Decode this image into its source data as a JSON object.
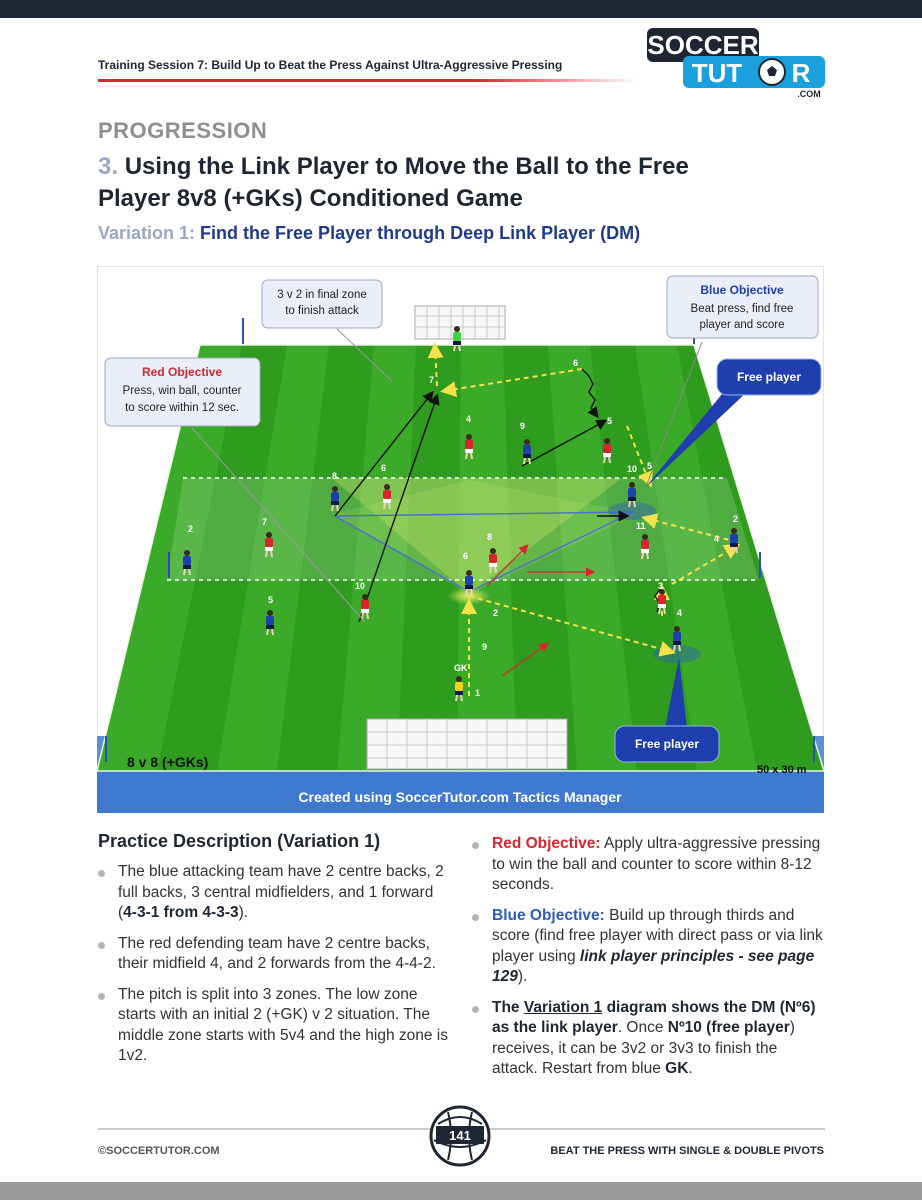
{
  "header": {
    "text": "Training Session 7: Build Up to Beat the Press Against Ultra-Aggressive Pressing"
  },
  "logo": {
    "line1": "SOCCER",
    "line2": "TUT",
    "line2b": "R",
    "suffix": ".COM"
  },
  "page": {
    "label": "PROGRESSION",
    "title_number": "3.",
    "title_line1": "Using the Link Player to Move the Ball to the Free",
    "title_line2": "Player 8v8 (+GKs) Conditioned Game",
    "variation_label": "Variation 1:",
    "variation_text": "Find the Free Player through Deep Link Player (DM)"
  },
  "diagram": {
    "callout_final_zone": [
      "3 v 2 in final zone",
      "to finish attack"
    ],
    "blue_objective_title": "Blue Objective",
    "blue_objective_text": [
      "Beat press, find free",
      "player and score"
    ],
    "red_objective_title": "Red Objective",
    "red_objective_text": [
      "Press, win ball, counter",
      "to score within 12 sec."
    ],
    "free_player_top": "Free player",
    "free_player_bottom": "Free player",
    "game_format": "8 v 8 (+GKs)",
    "pitch_size": "50 x 30 m",
    "credit": "Created using SoccerTutor.com Tactics Manager",
    "gk_label": "GK",
    "colors": {
      "red_team": "#d9262c",
      "blue_team": "#1f3fae",
      "pass": "#f3e24a",
      "run": "#111111"
    }
  },
  "description": {
    "title_main": "Practice Description",
    "title_paren": "(Variation 1)",
    "b1_a": "The blue attacking team have 2 centre backs, 2 full backs, 3 central midfielders, and 1 forward (",
    "b1_b": "4-3-1 from 4-3-3",
    "b1_c": ").",
    "b2": "The red defending team have 2 centre backs, their midfield 4, and 2 forwards from the 4-4-2.",
    "b3": "The pitch is split into 3 zones. The low zone starts with an initial 2 (+GK) v 2 situation. The middle zone starts with 5v4 and the high zone is 1v2.",
    "b4_label": "Red Objective:",
    "b4_text": " Apply ultra-aggressive pressing to win the ball and counter to score within 8-12 seconds.",
    "b5_label": "Blue Objective:",
    "b5_text_a": " Build up through thirds and score (find free player with direct pass or via link player using ",
    "b5_em": "link player principles - see page 129",
    "b5_text_b": ").",
    "b6_a": "The ",
    "b6_u": "Variation 1",
    "b6_b": " diagram shows the DM (Nº6) as the link player",
    "b6_c": ". Once ",
    "b6_d": "Nº10 (free player",
    "b6_e": ") receives, it can be 3v2 or 3v3 to finish the attack. Restart from blue ",
    "b6_f": "GK",
    "b6_g": "."
  },
  "footer": {
    "left": "©SOCCERTUTOR.COM",
    "right": "BEAT THE PRESS WITH SINGLE & DOUBLE PIVOTS",
    "page_number": "141"
  }
}
